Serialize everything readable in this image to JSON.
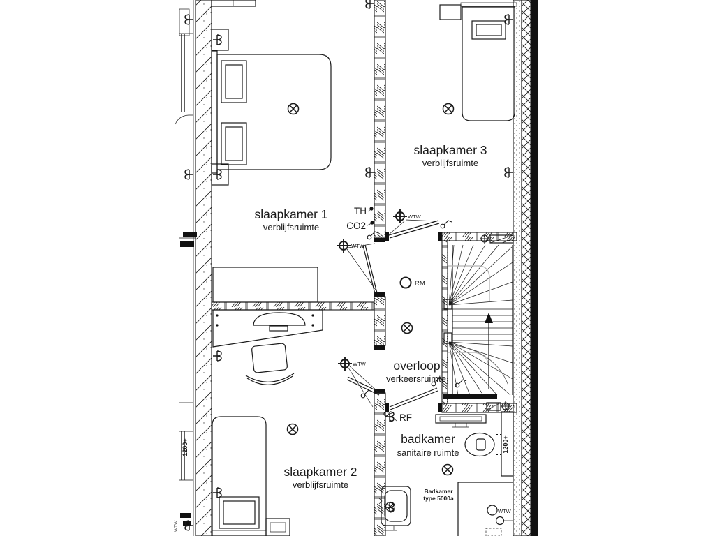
{
  "plan": {
    "rooms": [
      {
        "name": "slaapkamer 1",
        "type": "verblijfsruimte"
      },
      {
        "name": "slaapkamer 3",
        "type": "verblijfsruimte"
      },
      {
        "name": "slaapkamer 2",
        "type": "verblijfsruimte"
      },
      {
        "name": "overloop",
        "type": "verkeersruimte"
      },
      {
        "name": "badkamer",
        "type": "sanitaire ruimte"
      }
    ],
    "sensors": {
      "thermostat": "TH",
      "co2": "CO2",
      "smoke_detector": "RM",
      "rf_detector": "RF"
    },
    "ventilation": {
      "valve": "WTW"
    },
    "dimensions": {
      "sill_left": "1200+",
      "sill_right": "1200+"
    },
    "bath_spec": {
      "line1": "Badkamer",
      "line2": "type 5000a"
    },
    "colors": {
      "line": "#1a1a1a",
      "wall_black": "#111111",
      "gray": "#b5b5b5"
    }
  }
}
